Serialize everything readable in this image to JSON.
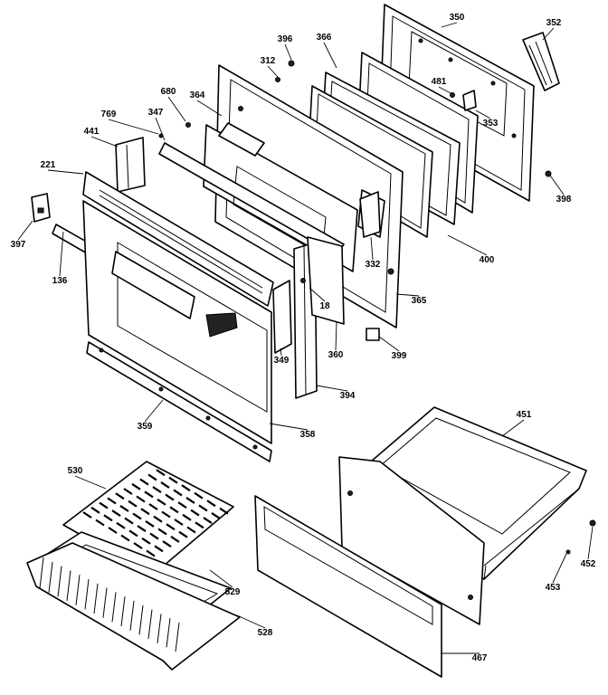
{
  "parts": [
    {
      "id": "p350",
      "label": "350"
    },
    {
      "id": "p352",
      "label": "352"
    },
    {
      "id": "p396",
      "label": "396"
    },
    {
      "id": "p366",
      "label": "366"
    },
    {
      "id": "p312",
      "label": "312"
    },
    {
      "id": "p481",
      "label": "481"
    },
    {
      "id": "p353",
      "label": "353"
    },
    {
      "id": "p680",
      "label": "680"
    },
    {
      "id": "p364",
      "label": "364"
    },
    {
      "id": "p769",
      "label": "769"
    },
    {
      "id": "p347",
      "label": "347"
    },
    {
      "id": "p441",
      "label": "441"
    },
    {
      "id": "p398",
      "label": "398"
    },
    {
      "id": "p221",
      "label": "221"
    },
    {
      "id": "p397",
      "label": "397"
    },
    {
      "id": "p400",
      "label": "400"
    },
    {
      "id": "p332",
      "label": "332"
    },
    {
      "id": "p136",
      "label": "136"
    },
    {
      "id": "p18",
      "label": "18"
    },
    {
      "id": "p365",
      "label": "365"
    },
    {
      "id": "p360",
      "label": "360"
    },
    {
      "id": "p349",
      "label": "349"
    },
    {
      "id": "p399",
      "label": "399"
    },
    {
      "id": "p394",
      "label": "394"
    },
    {
      "id": "p359",
      "label": "359"
    },
    {
      "id": "p358",
      "label": "358"
    },
    {
      "id": "p451",
      "label": "451"
    },
    {
      "id": "p530",
      "label": "530"
    },
    {
      "id": "p452",
      "label": "452"
    },
    {
      "id": "p453",
      "label": "453"
    },
    {
      "id": "p529",
      "label": "529"
    },
    {
      "id": "p528",
      "label": "528"
    },
    {
      "id": "p467",
      "label": "467"
    }
  ]
}
